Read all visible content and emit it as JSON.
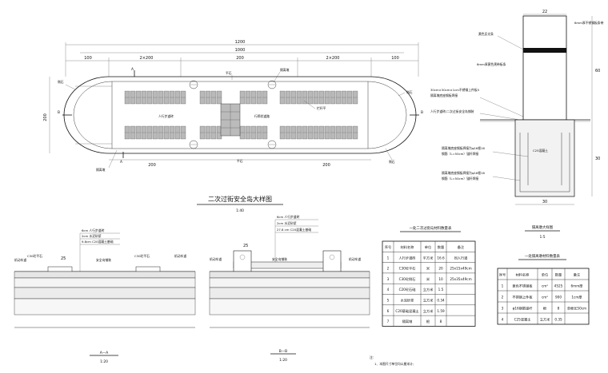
{
  "plan": {
    "title": "二次过街安全岛大样图",
    "scale": "1:40",
    "dims_top": [
      "1200",
      "1000",
      "100",
      "2×200",
      "200",
      "2×200",
      "100"
    ],
    "dims_bottom": [
      "200",
      "200"
    ],
    "dim_left": "200",
    "labels": {
      "curb_stone": "平石",
      "isolation_pile": "隔离墩",
      "sidewalk": "人行步道砖",
      "ped_path": "行蹄状道路",
      "rail_post": "栏杆平",
      "side_stone_r": "侧石",
      "side_stone_l": "侧石",
      "side_stone_br": "侧石",
      "pile_bl": "隔离墩",
      "curb_b": "平石"
    },
    "section_marks": [
      "A",
      "A",
      "B",
      "B"
    ]
  },
  "section_aa": {
    "label": "A—A",
    "scale": "1:20",
    "dim": "25",
    "notes": [
      "6cm 人行步道砖",
      "2cm 水泥砂浆",
      "9.8cm C20混凝土基础"
    ],
    "labels": [
      "机动车道",
      "C30砼平石",
      "安全岛铺装",
      "C30砼平石",
      "机动车道"
    ]
  },
  "section_bb": {
    "label": "B—B",
    "scale": "1:20",
    "dim": "25",
    "notes": [
      "6cm 人行步道砖",
      "2cm 水泥砂浆",
      "27.8 cm C20混凝土基础"
    ],
    "labels": [
      "机动车道",
      "C30砼侧石",
      "安全岛铺装",
      "C30砼侧石",
      "机动车道"
    ]
  },
  "pile": {
    "title": "隔离墩大样图",
    "scale": "1:5",
    "dim_top": "22",
    "dim_bottom": "30",
    "dim_h1": "60",
    "dim_h2": "30",
    "labels": [
      "6mm厚不锈钢板条带",
      "黄色反光条",
      "6mm厚黄色黑带板条",
      "30cm×30cm×1cm不锈钢上件板5",
      "隔离墩底座钢板焊接",
      "人行步道砖/二次过街安全岛铺装",
      "C25混凝土",
      "隔离墩底座钢板焊接为φ16根16",
      "钢筋（L=50cm）锚杆焊接",
      "隔离墩底座钢板焊接为φ16根16",
      "钢筋（L=50cm）锚杆焊接"
    ]
  },
  "table1": {
    "title": "一处二次过街岛材料数量表",
    "headers": [
      "序号",
      "材料名称",
      "单位",
      "数量",
      "备注"
    ],
    "rows": [
      [
        "1",
        "人行步道砖",
        "平方米",
        "16.6",
        "同人行道"
      ],
      [
        "2",
        "C30砼平石",
        "米",
        "20",
        "25x15x49cm"
      ],
      [
        "3",
        "C30砼侧石",
        "米",
        "10",
        "25x35x49cm"
      ],
      [
        "4",
        "C20砼石础",
        "立方米",
        "1.5",
        ""
      ],
      [
        "5",
        "水泥砂浆",
        "立方米",
        "0.34",
        ""
      ],
      [
        "6",
        "C20基础混凝土",
        "立方米",
        "1.59",
        ""
      ],
      [
        "7",
        "隔离墩",
        "根",
        "8",
        ""
      ]
    ]
  },
  "table2": {
    "title": "一处隔离墩材料数量表",
    "headers": [
      "序号",
      "材料名称",
      "单位",
      "数量",
      "备注"
    ],
    "rows": [
      [
        "1",
        "黄色不锈钢板",
        "cm²",
        "4525",
        "6mm厚"
      ],
      [
        "2",
        "不锈钢上件板",
        "cm²",
        "900",
        "1cm厚"
      ],
      [
        "3",
        "φ16钢筋锚杆",
        "根",
        "8",
        "单根长50cm"
      ],
      [
        "4",
        "C25混凝土",
        "立方米",
        "0.35",
        ""
      ]
    ]
  },
  "notes": {
    "head": "注：",
    "line1": "1、本图尺寸单位均以厘米计;"
  }
}
